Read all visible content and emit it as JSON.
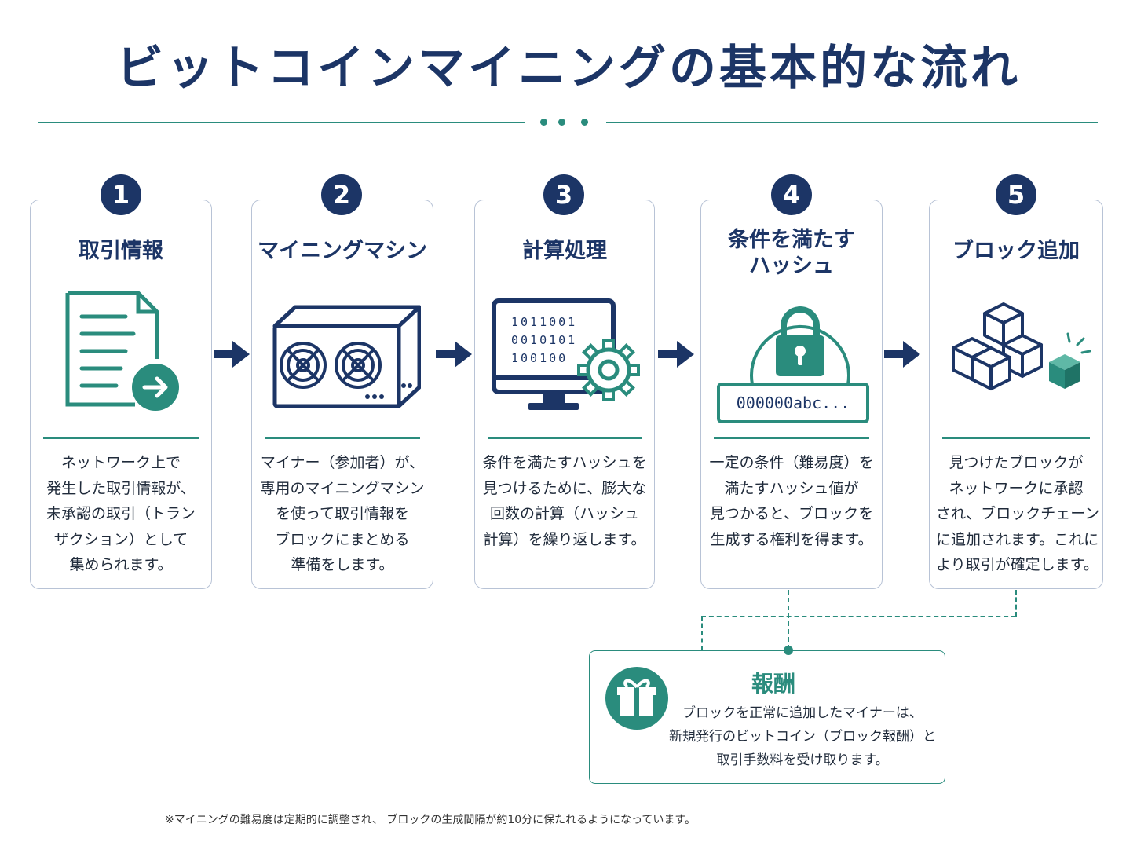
{
  "title": "ビットコインマイニングの基本的な流れ",
  "steps": [
    {
      "number": "1",
      "title": [
        "取引情報"
      ],
      "icon": "document-arrow-icon",
      "description": [
        "ネットワーク上で",
        "発生した取引情報が、",
        "未承認の取引（トラン",
        "ザクション）として",
        "集められます。"
      ]
    },
    {
      "number": "2",
      "title": [
        "マイニングマシン"
      ],
      "icon": "mining-machine-icon",
      "description": [
        "マイナー（参加者）が、",
        "専用のマイニングマシン",
        "を使って取引情報を",
        "ブロックにまとめる",
        "準備をします。"
      ]
    },
    {
      "number": "3",
      "title": [
        "計算処理"
      ],
      "icon": "computer-gear-icon",
      "screen_lines": [
        "1011001",
        "0010101",
        "100100"
      ],
      "description": [
        "条件を満たすハッシュを",
        "見つけるために、膨大な",
        "回数の計算（ハッシュ",
        "計算）を繰り返します。"
      ]
    },
    {
      "number": "4",
      "title": [
        "条件を満たす",
        "ハッシュ"
      ],
      "icon": "padlock-icon",
      "hash": "000000abc...",
      "description": [
        "一定の条件（難易度）を",
        "満たすハッシュ値が",
        "見つかると、ブロックを",
        "生成する権利を得ます。"
      ]
    },
    {
      "number": "5",
      "title": [
        "ブロック追加"
      ],
      "icon": "blocks-icon",
      "description": [
        "見つけたブロックが",
        "ネットワークに承認",
        "され、ブロックチェーン",
        "に追加されます。これに",
        "より取引が確定します。"
      ]
    }
  ],
  "reward": {
    "title": "報酬",
    "icon": "gift-icon",
    "description": [
      "ブロックを正常に追加したマイナーは、",
      "新規発行のビットコイン（ブロック報酬）と",
      "取引手数料を受け取ります。"
    ]
  },
  "footnote": "※マイニングの難易度は定期的に調整され、 ブロックの生成間隔が約10分に保たれるようになっています。",
  "colors": {
    "navy": "#1c3566",
    "teal": "#2a8c7d",
    "card_border": "#b8c3d6"
  }
}
